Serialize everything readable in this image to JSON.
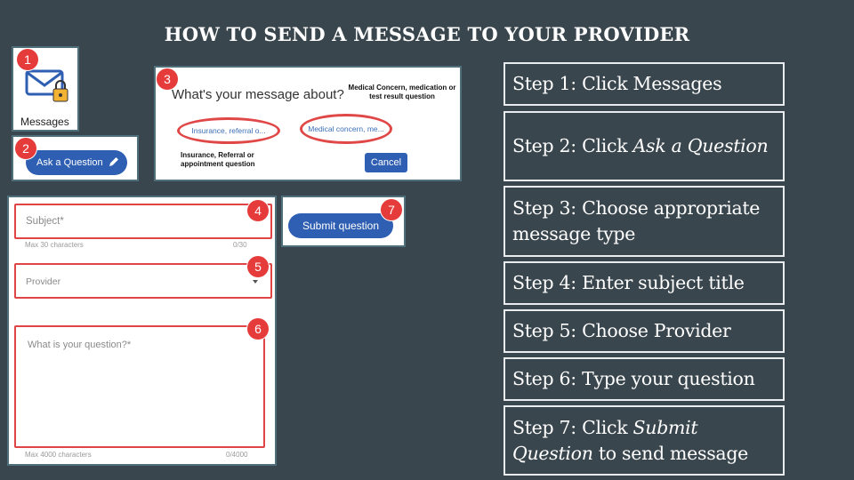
{
  "title": "HOW TO SEND A MESSAGE TO YOUR PROVIDER",
  "messages_panel": {
    "label": "Messages",
    "badge": "1"
  },
  "ask_panel": {
    "button_label": "Ask a Question",
    "badge": "2"
  },
  "type_panel": {
    "badge": "3",
    "heading": "What's your message about?",
    "option_insurance": "Insurance, referral o...",
    "option_medical": "Medical concern, me...",
    "note_medical": "Medical Concern, medication or test result question",
    "note_insurance": "Insurance, Referral or appointment question",
    "cancel_label": "Cancel"
  },
  "form_panel": {
    "subject_placeholder": "Subject*",
    "subject_hint": "Max 30 characters",
    "subject_count": "0/30",
    "provider_placeholder": "Provider",
    "question_placeholder": "What is your question?*",
    "question_hint": "Max 4000 characters",
    "question_count": "0/4000",
    "badge_subject": "4",
    "badge_provider": "5",
    "badge_question": "6"
  },
  "submit_panel": {
    "button_label": "Submit question",
    "badge": "7"
  },
  "steps": {
    "s1": {
      "text": "Step 1:  Click Messages"
    },
    "s2": {
      "prefix": "Step 2:  Click ",
      "em": "Ask a Question"
    },
    "s3": {
      "text": "Step 3:  Choose appropriate message type"
    },
    "s4": {
      "text": "Step 4:  Enter subject title"
    },
    "s5": {
      "text": "Step 5:  Choose Provider"
    },
    "s6": {
      "text": "Step 6:  Type your question"
    },
    "s7": {
      "prefix": "Step 7: Click ",
      "em": "Submit Question",
      "suffix": " to send message"
    }
  },
  "colors": {
    "background": "#3a464d",
    "accent_blue": "#2f5fb3",
    "badge_red": "#e53b3b"
  }
}
